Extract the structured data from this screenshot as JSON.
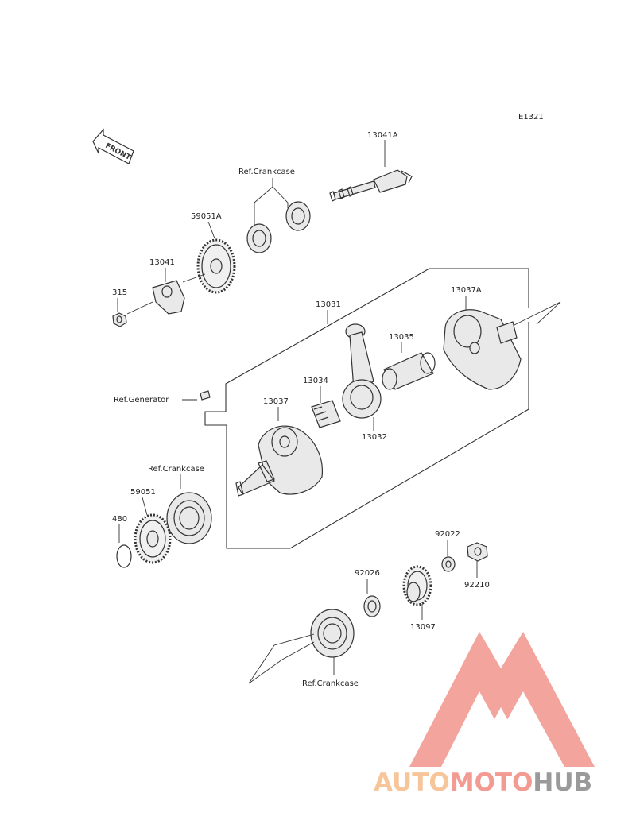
{
  "diagram": {
    "code": "E1321",
    "front_label": "FRONT",
    "parts": [
      {
        "id": "p13041A",
        "label": "13041A"
      },
      {
        "id": "pRefCrank1",
        "label": "Ref.Crankcase"
      },
      {
        "id": "p59051A",
        "label": "59051A"
      },
      {
        "id": "p13041",
        "label": "13041"
      },
      {
        "id": "p315",
        "label": "315"
      },
      {
        "id": "p13031",
        "label": "13031"
      },
      {
        "id": "p13037A",
        "label": "13037A"
      },
      {
        "id": "p13035",
        "label": "13035"
      },
      {
        "id": "p13034",
        "label": "13034"
      },
      {
        "id": "pRefGen",
        "label": "Ref.Generator"
      },
      {
        "id": "p13037",
        "label": "13037"
      },
      {
        "id": "p13032",
        "label": "13032"
      },
      {
        "id": "pRefCrank2",
        "label": "Ref.Crankcase"
      },
      {
        "id": "p59051",
        "label": "59051"
      },
      {
        "id": "p480",
        "label": "480"
      },
      {
        "id": "p92022",
        "label": "92022"
      },
      {
        "id": "p92210",
        "label": "92210"
      },
      {
        "id": "p92026",
        "label": "92026"
      },
      {
        "id": "p13097",
        "label": "13097"
      },
      {
        "id": "pRefCrank3",
        "label": "Ref.Crankcase"
      }
    ]
  },
  "watermark": {
    "part1": "AUTO",
    "part2": "MOTO",
    "part3": "HUB",
    "colors": {
      "auto": "#f7c59a",
      "moto": "#f39a92",
      "hub": "#9a9a9a",
      "logo": "#f29a92"
    }
  }
}
